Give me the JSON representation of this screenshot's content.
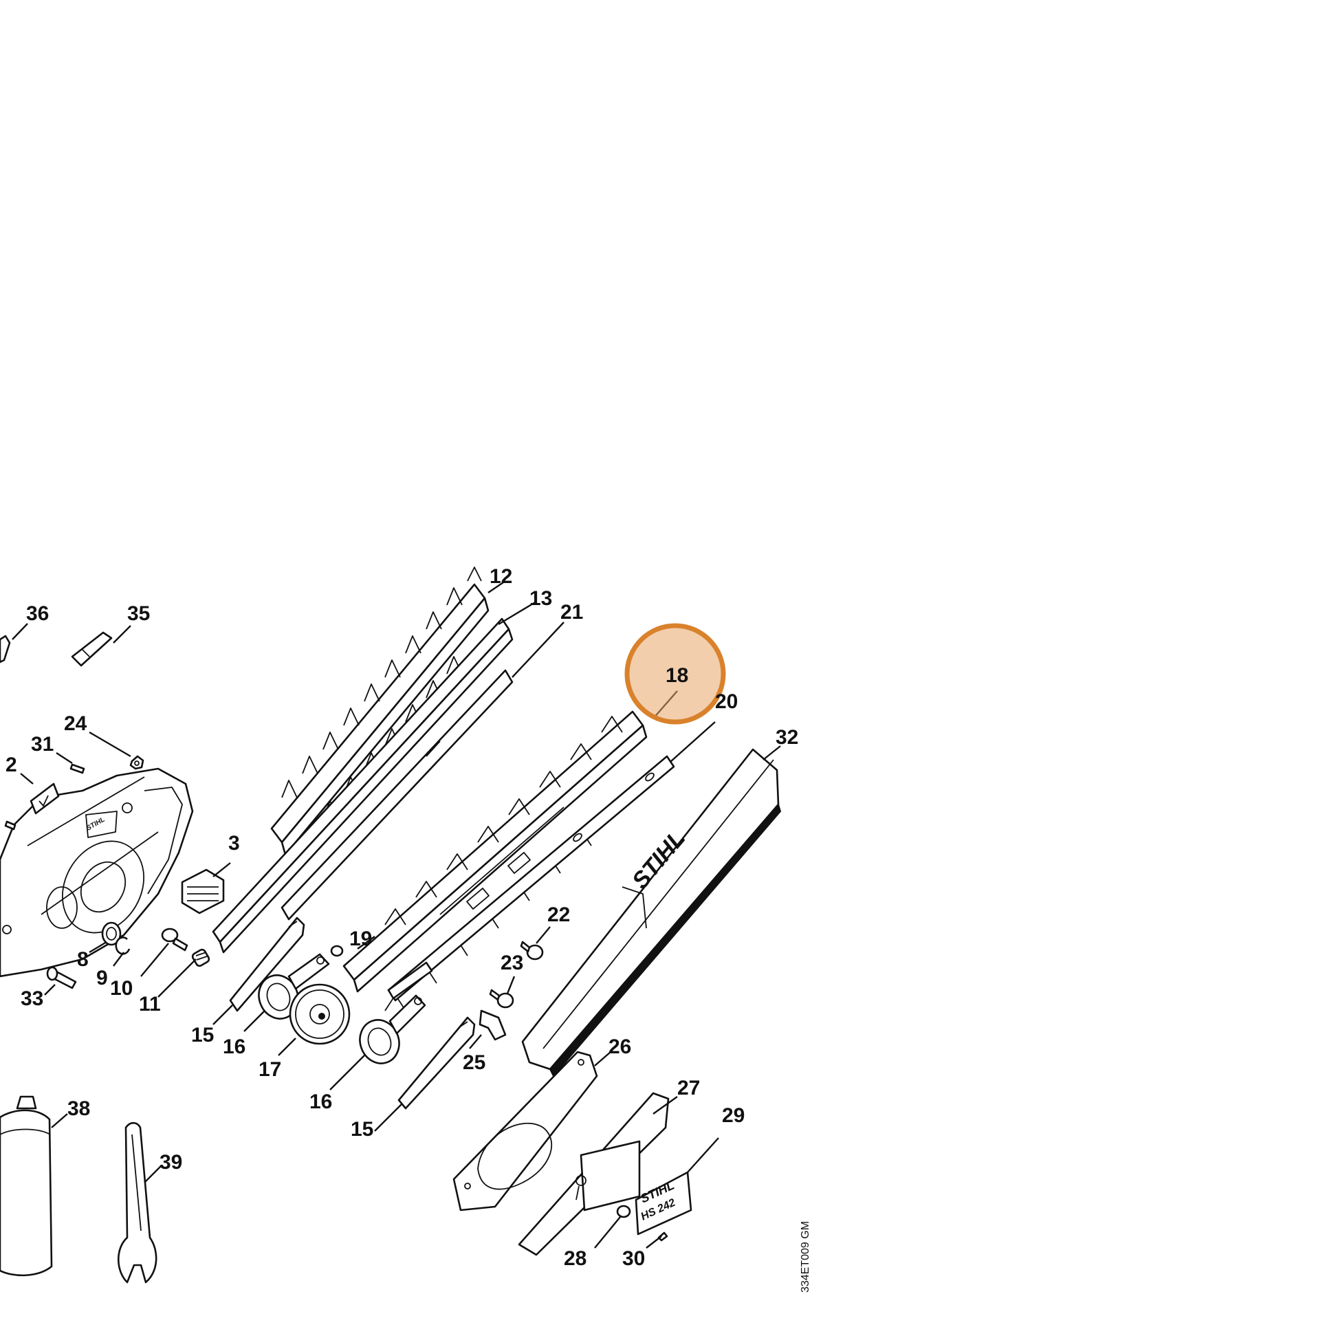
{
  "drawing_id": "334ET009 GM",
  "highlight": {
    "part": "18",
    "color": "#d9822b"
  },
  "logo_texts": [
    "STIHL",
    "STIHL",
    "STIHL",
    "HS 242"
  ],
  "callouts": {
    "c2": "2",
    "c3": "3",
    "c8": "8",
    "c9": "9",
    "c10": "10",
    "c11": "11",
    "c12": "12",
    "c13": "13",
    "c15a": "15",
    "c15b": "15",
    "c16a": "16",
    "c16b": "16",
    "c17": "17",
    "c18": "18",
    "c19": "19",
    "c20": "20",
    "c21": "21",
    "c22": "22",
    "c23": "23",
    "c24": "24",
    "c25": "25",
    "c26": "26",
    "c27": "27",
    "c28": "28",
    "c29": "29",
    "c30": "30",
    "c31": "31",
    "c32": "32",
    "c33": "33",
    "c35": "35",
    "c36": "36",
    "c38": "38",
    "c39": "39"
  }
}
